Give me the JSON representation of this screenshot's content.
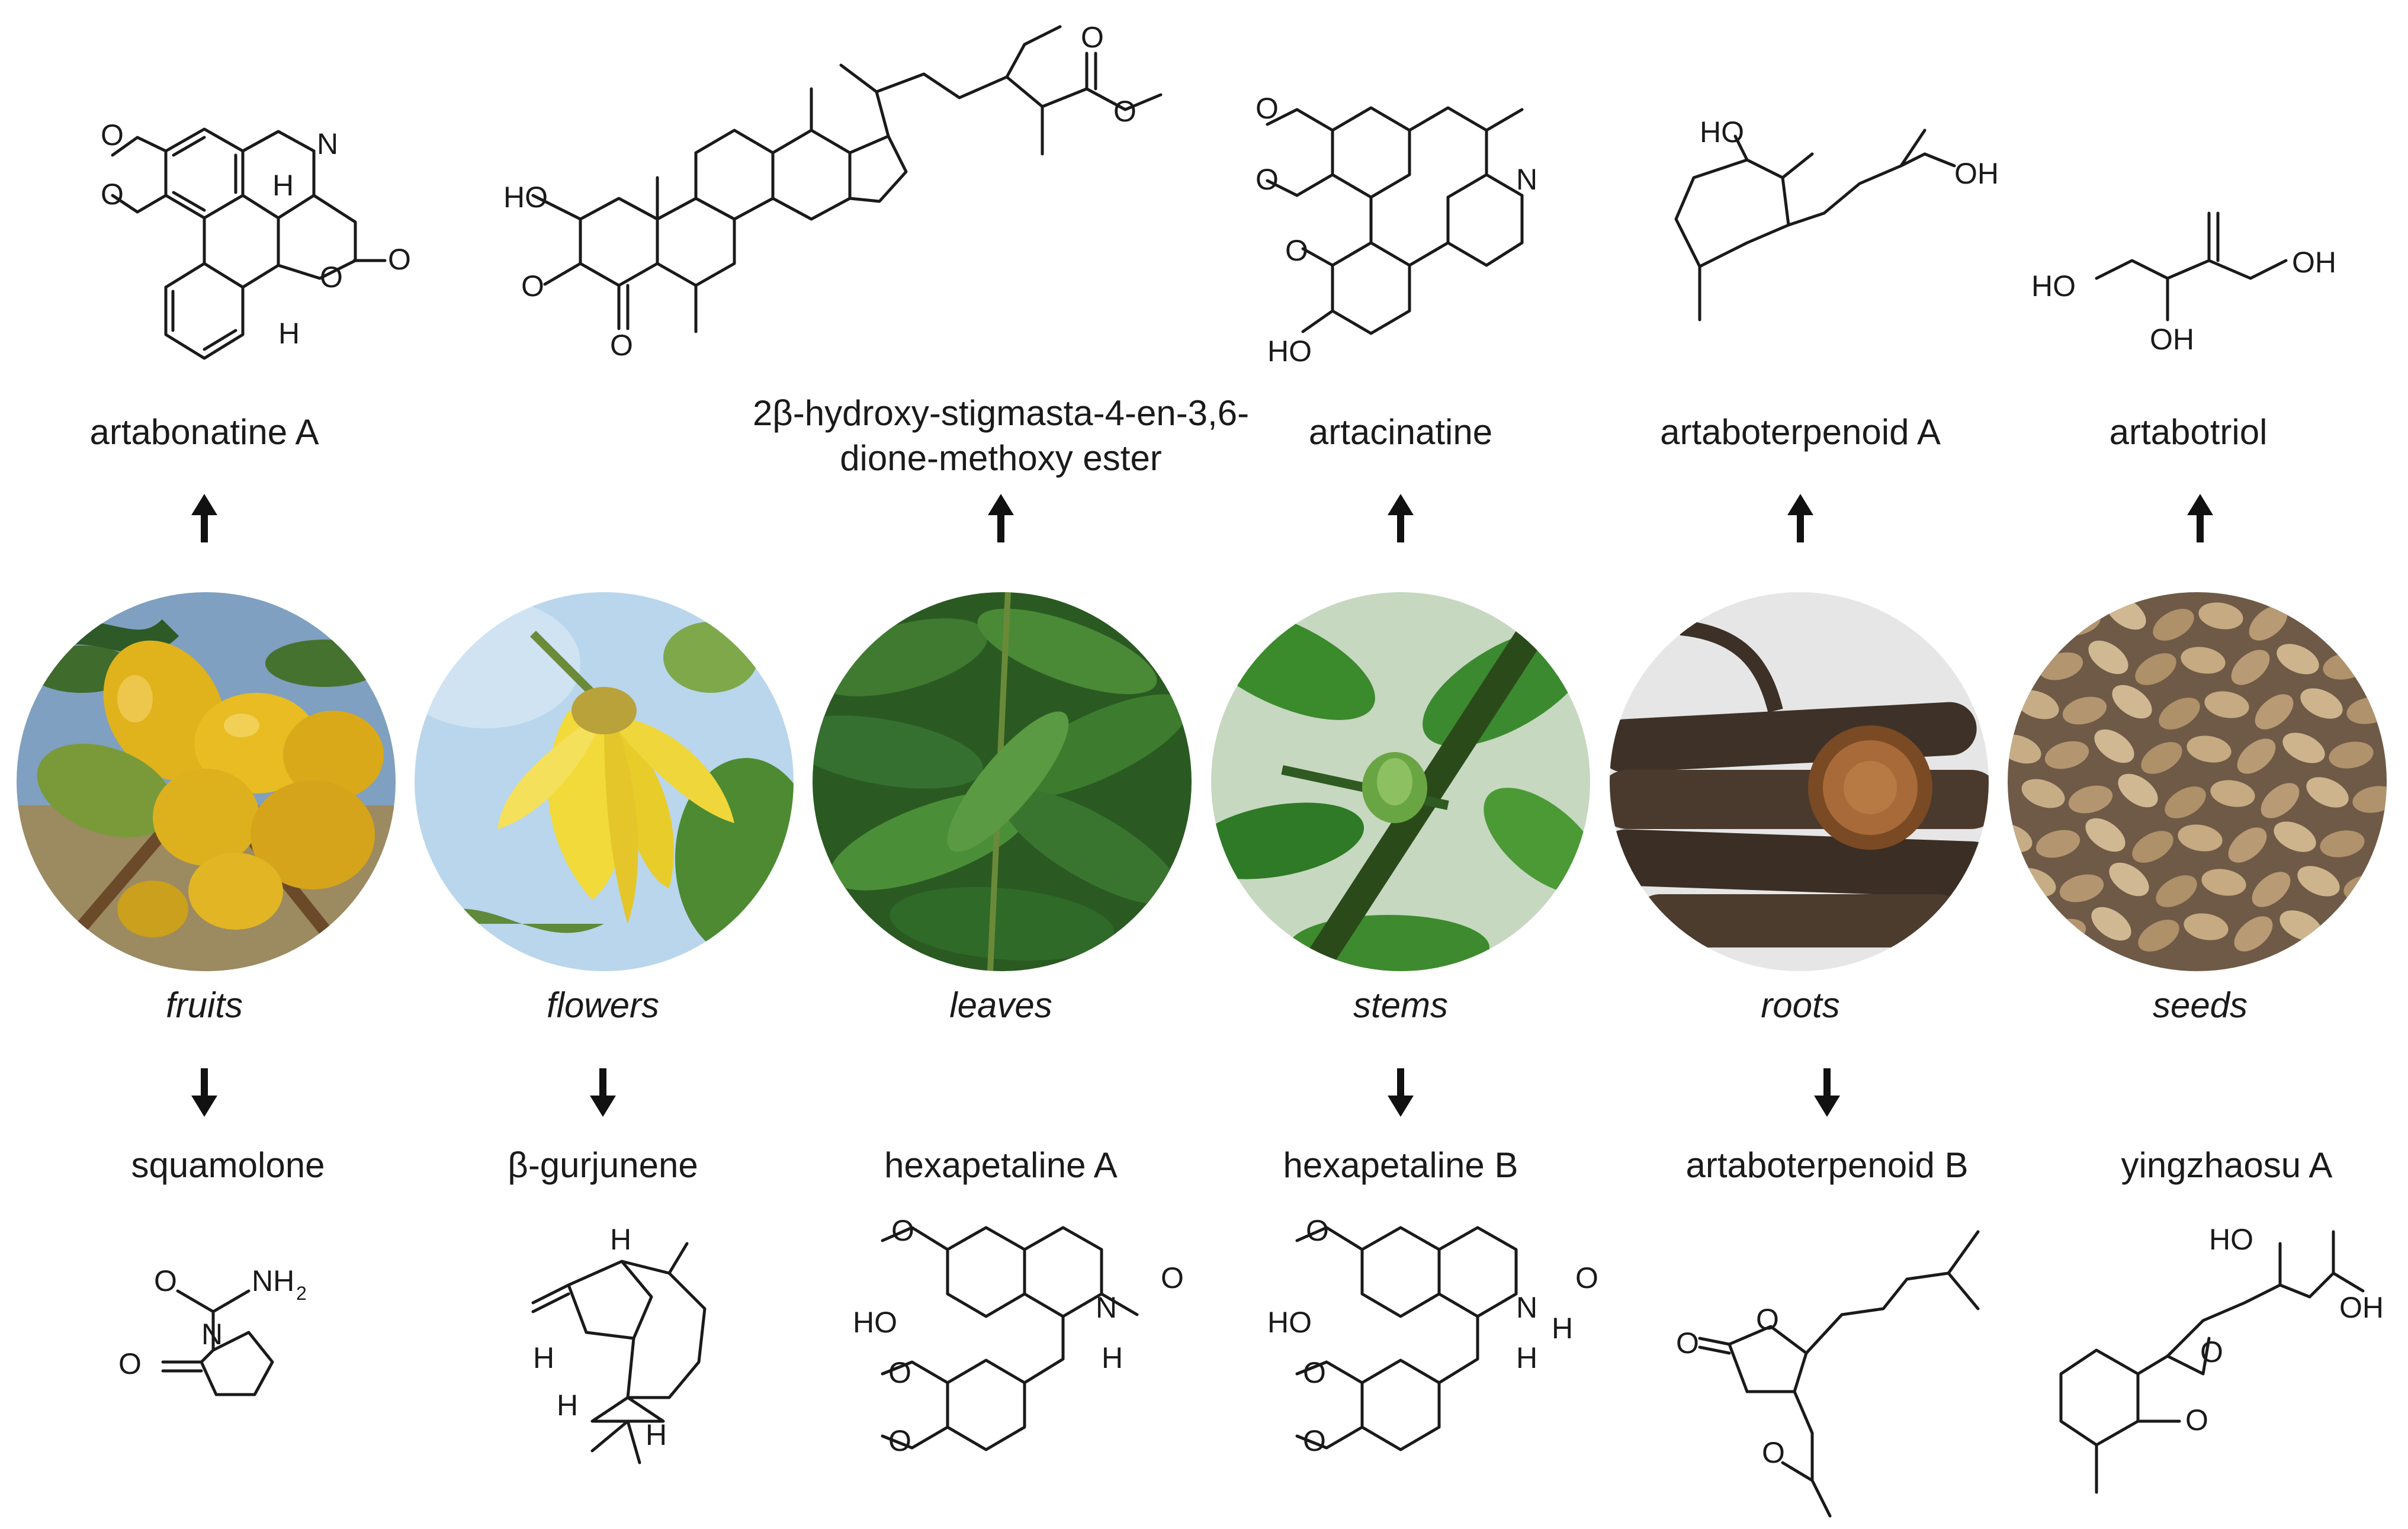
{
  "figure": {
    "columns": [
      {
        "part": "fruits",
        "top_compound": "artabonatine A",
        "bottom_compound": "squamolone"
      },
      {
        "part": "flowers",
        "top_compound": "",
        "bottom_compound": "β-gurjunene"
      },
      {
        "part": "leaves",
        "top_compound": "2β-hydroxy-stigmasta-4-en-3,6-dione-methoxy ester",
        "bottom_compound": "hexapetaline A"
      },
      {
        "part": "stems",
        "top_compound": "artacinatine",
        "bottom_compound": "hexapetaline B"
      },
      {
        "part": "roots",
        "top_compound": "artaboterpenoid A",
        "bottom_compound": "artaboterpenoid B"
      },
      {
        "part": "seeds",
        "top_compound": "artabotriol",
        "bottom_compound": "yingzhaosu A"
      }
    ],
    "atom_labels": {
      "O": "O",
      "N": "N",
      "H": "H",
      "HO": "HO",
      "OH": "OH",
      "NH2": "NH",
      "sub2": "2"
    },
    "colors": {
      "ink": "#1a1a1a",
      "fruit": "#e2b21a",
      "flower": "#f2dc3a",
      "leaf": "#2f7a2a",
      "stem": "#3c8c2c",
      "root": "#4a3a2c",
      "seed": "#b79a76"
    }
  }
}
